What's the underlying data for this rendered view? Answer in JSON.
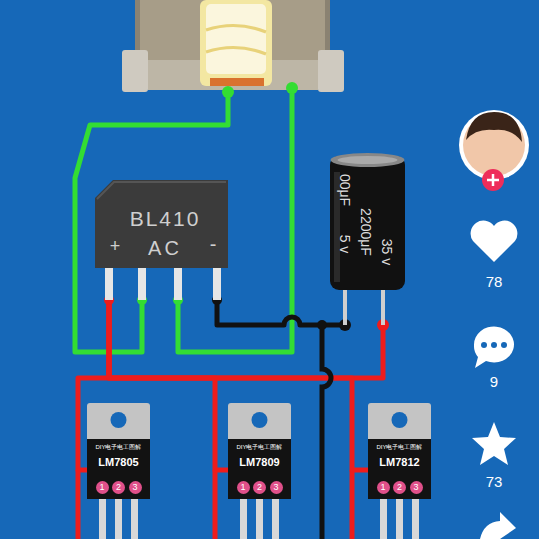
{
  "diagram": {
    "nodes": [
      {
        "text": [
          "BL410",
          "AC",
          "+",
          "-"
        ]
      },
      {
        "text": [
          "00μF",
          "5 v",
          "2200μF",
          "35 v"
        ]
      },
      {
        "text": [
          "DIY电子电工图解",
          "LM7805",
          "1",
          "2",
          "3"
        ]
      },
      {
        "text": [
          "DIY电子电工图解",
          "LM7809",
          "1",
          "2",
          "3"
        ]
      },
      {
        "text": [
          "DIY电子电工图解",
          "LM7812",
          "1",
          "2",
          "3"
        ]
      }
    ],
    "edges": [
      {
        "from": 0,
        "to": 1,
        "arrow": "none"
      },
      {
        "from": 0,
        "to": 1,
        "arrow": "none"
      },
      {
        "from": 0,
        "to": 2,
        "arrow": "none"
      },
      {
        "from": 0,
        "to": 3,
        "arrow": "none"
      },
      {
        "from": 0,
        "to": 4,
        "arrow": "none"
      }
    ],
    "labels": [
      "78",
      "9",
      "73"
    ]
  }
}
